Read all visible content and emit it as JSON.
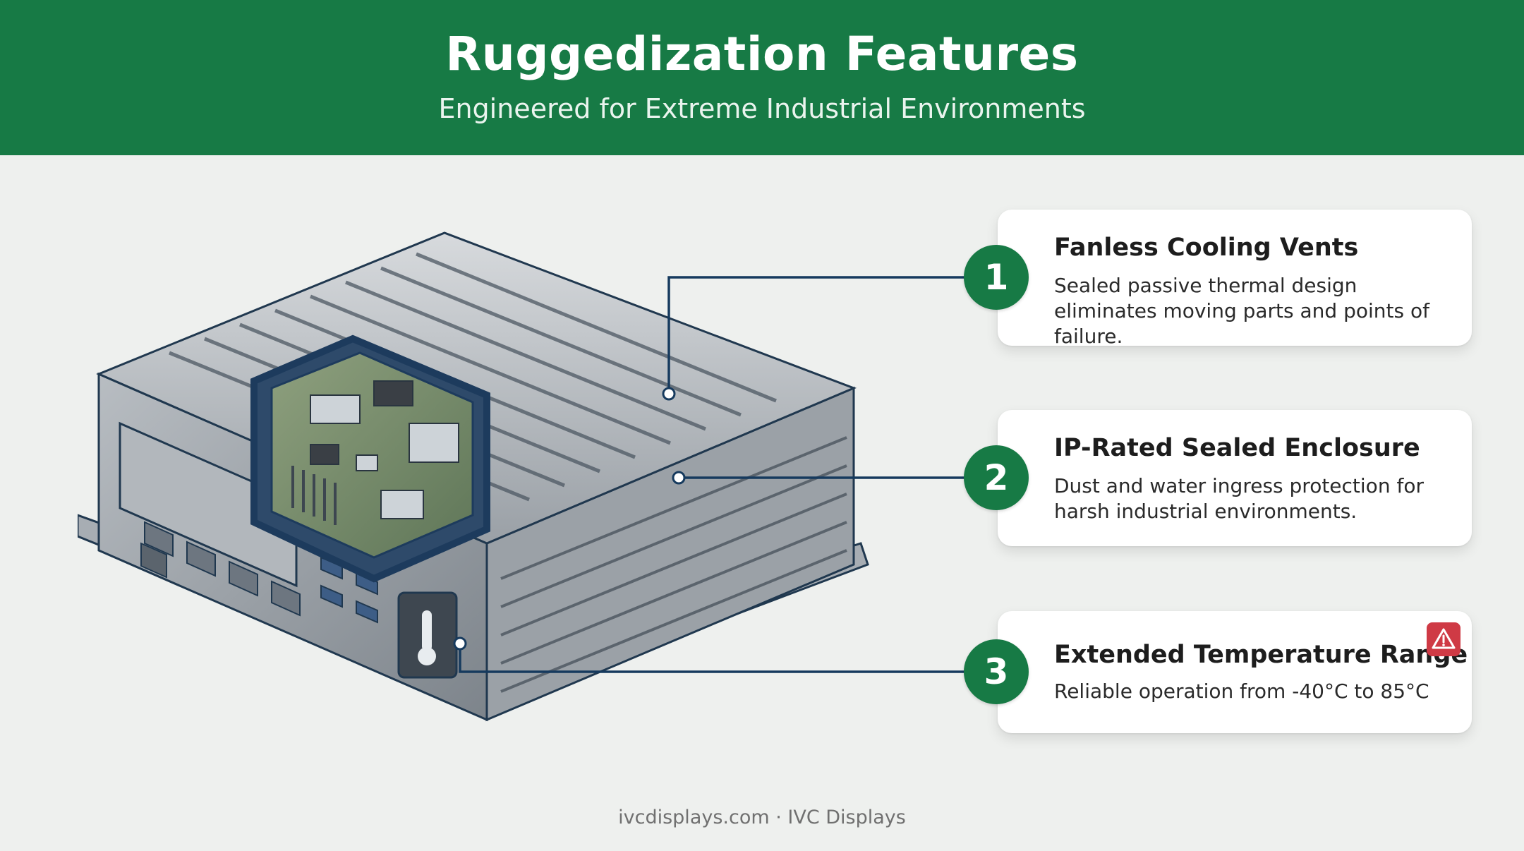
{
  "header": {
    "title": "Ruggedization Features",
    "subtitle": "Engineered for Extreme Industrial Environments"
  },
  "features": [
    {
      "number": "1",
      "title": "Fanless Cooling Vents",
      "description": "Sealed passive thermal design eliminates moving parts and points of failure."
    },
    {
      "number": "2",
      "title": "IP-Rated Sealed Enclosure",
      "description": "Dust and water ingress protection for harsh industrial environments."
    },
    {
      "number": "3",
      "title": "Extended Temperature Range",
      "description": "Reliable operation from -40°C to 85°C",
      "icon": "warning-icon"
    }
  ],
  "footer": "ivcdisplays.com · IVC Displays",
  "colors": {
    "brand_green": "#177a45",
    "leader_line": "#163a5e",
    "warning": "#cf3a45"
  }
}
